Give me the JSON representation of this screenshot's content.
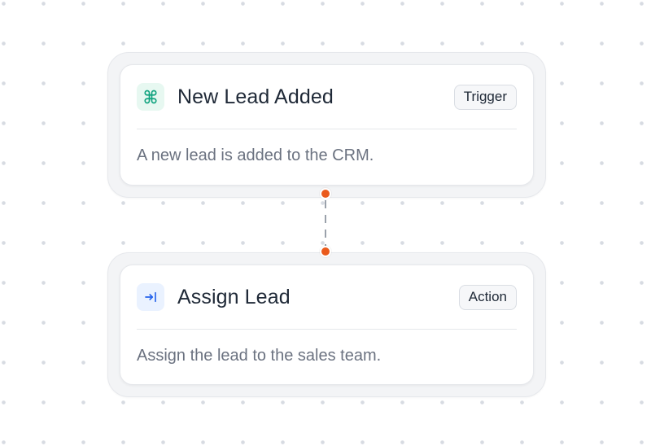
{
  "nodes": [
    {
      "id": "trigger",
      "icon": "command-icon",
      "title": "New Lead Added",
      "badge": "Trigger",
      "description": "A new lead is added to the CRM."
    },
    {
      "id": "action",
      "icon": "assign-arrow-icon",
      "title": "Assign Lead",
      "badge": "Action",
      "description": "Assign the lead to the sales team."
    }
  ],
  "colors": {
    "background_dot": "#d7dbe2",
    "connector_port": "#ea5a1c",
    "trigger_icon_bg": "#e7f8f1",
    "trigger_icon_fg": "#10a37f",
    "action_icon_bg": "#eaf2ff",
    "action_icon_fg": "#2563eb"
  }
}
